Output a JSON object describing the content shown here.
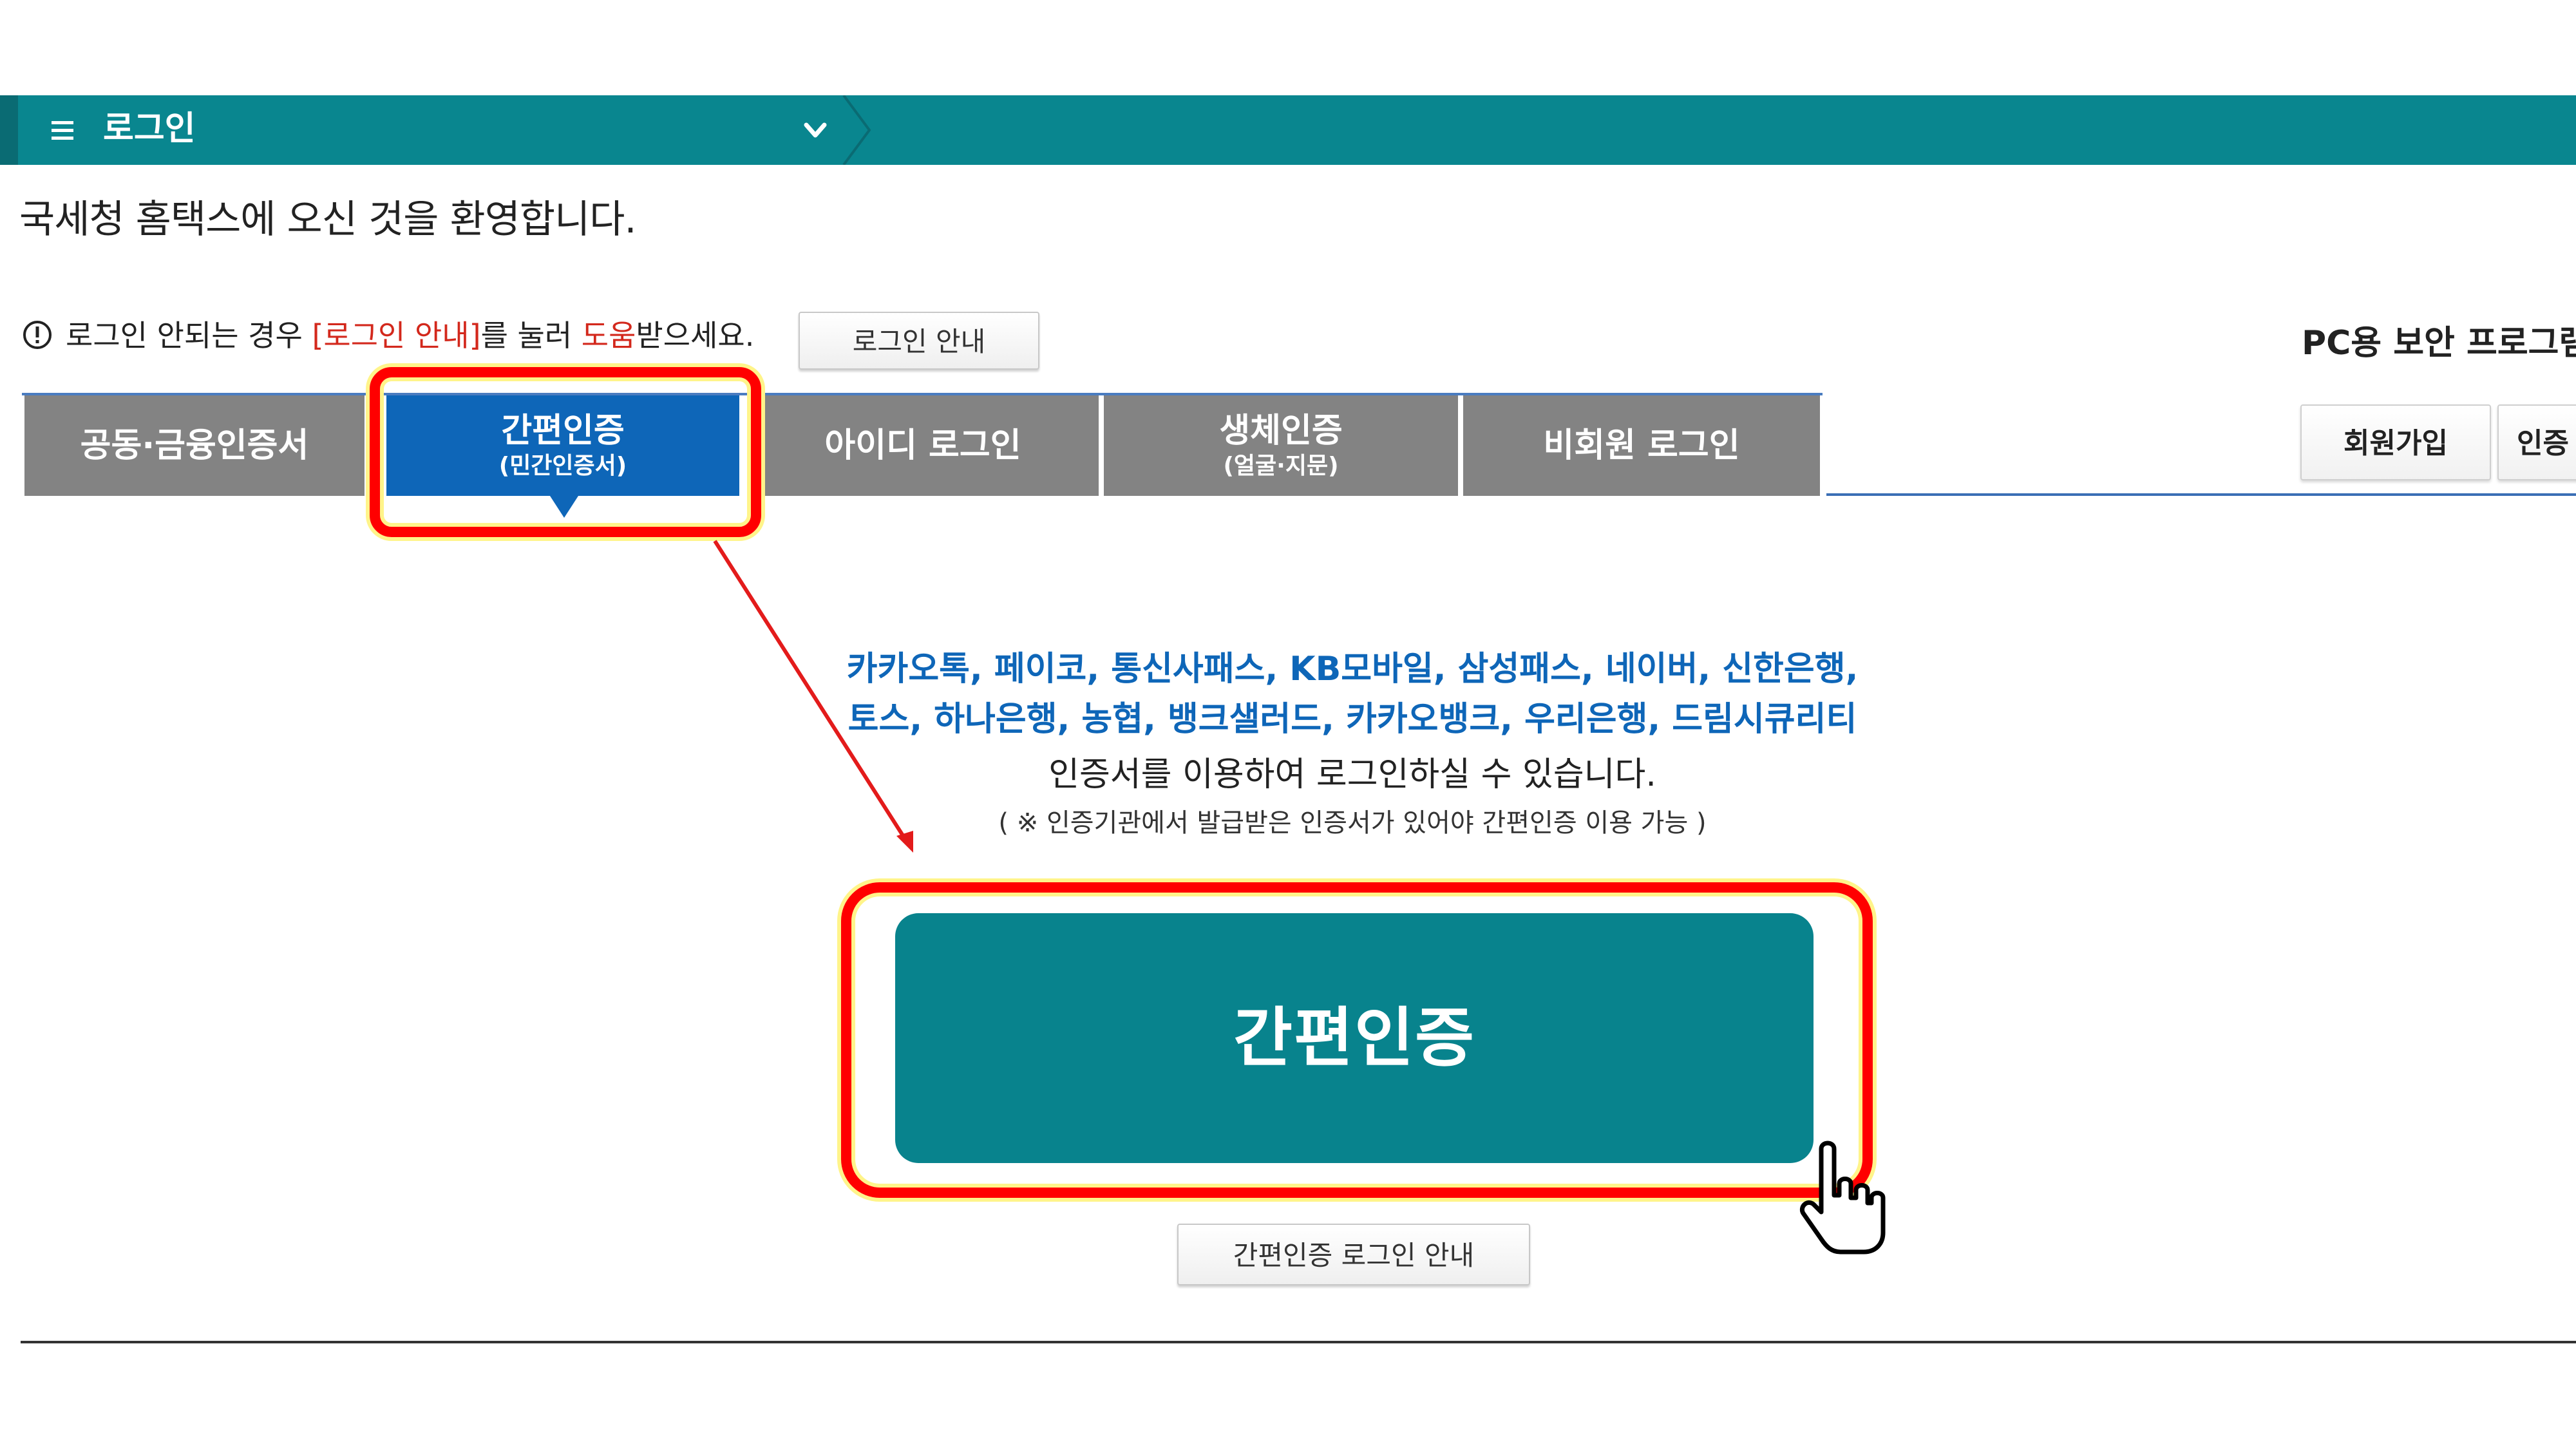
{
  "topbar": {
    "menu_icon": "hamburger-icon",
    "title": "로그인",
    "chevron_icon": "chevron-down-icon",
    "color": "#09868f"
  },
  "welcome": "국세청 홈택스에 오신 것을 환영합니다.",
  "notice": {
    "icon": "exclamation-circle-icon",
    "part1": "로그인 안되는 경우 ",
    "link_text": "[로그인 안내]",
    "part2": "를 눌러 ",
    "help_word": "도움",
    "part3": "받으세요.",
    "button_label": "로그인 안내"
  },
  "right_panel": {
    "pc_security_title": "PC용 보안 프로그램",
    "signup_label": "회원가입",
    "cert_label": "인증"
  },
  "tabs": [
    {
      "label": "공동·금융인증서",
      "sub": "",
      "active": false
    },
    {
      "label": "간편인증",
      "sub": "(민간인증서)",
      "active": true
    },
    {
      "label": "아이디 로그인",
      "sub": "",
      "active": false
    },
    {
      "label": "생체인증",
      "sub": "(얼굴·지문)",
      "active": false
    },
    {
      "label": "비회원 로그인",
      "sub": "",
      "active": false
    }
  ],
  "content": {
    "providers_line1": "카카오톡, 페이코, 통신사패스, KB모바일, 삼성패스, 네이버, 신한은행,",
    "providers_line2": "토스, 하나은행, 농협, 뱅크샐러드, 카카오뱅크, 우리은행, 드림시큐리티",
    "description": "인증서를 이용하여 로그인하실 수 있습니다.",
    "note": "( ※ 인증기관에서 발급받은 인증서가 있어야 간편인증 이용 가능 )",
    "main_button_label": "간편인증",
    "guide_button_label": "간편인증 로그인 안내"
  },
  "annotations": {
    "highlight_color": "#ff0000",
    "cursor_icon": "hand-pointer-icon",
    "arrow_icon": "red-arrow-icon"
  }
}
